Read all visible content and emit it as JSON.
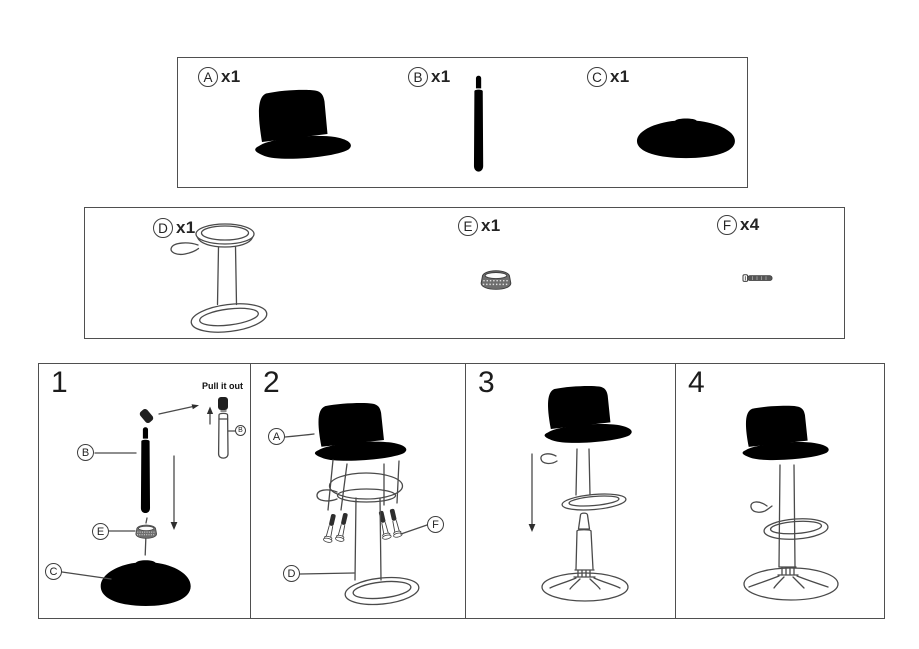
{
  "colors": {
    "line": "#4a4a4a",
    "text": "#242424",
    "background": "#ffffff",
    "border": "#4f4f4f"
  },
  "parts_box_top": {
    "parts": [
      {
        "letter": "A",
        "qty": "x1"
      },
      {
        "letter": "B",
        "qty": "x1"
      },
      {
        "letter": "C",
        "qty": "x1"
      }
    ]
  },
  "parts_box_bottom": {
    "parts": [
      {
        "letter": "D",
        "qty": "x1"
      },
      {
        "letter": "E",
        "qty": "x1"
      },
      {
        "letter": "F",
        "qty": "x4"
      }
    ]
  },
  "steps": [
    {
      "number": "1",
      "note": "Pull it out",
      "callouts": {
        "b": "B",
        "e": "E",
        "c": "C",
        "inset": "B"
      }
    },
    {
      "number": "2",
      "callouts": {
        "a": "A",
        "f": "F",
        "d": "D"
      }
    },
    {
      "number": "3",
      "callouts": {}
    },
    {
      "number": "4",
      "callouts": {}
    }
  ]
}
